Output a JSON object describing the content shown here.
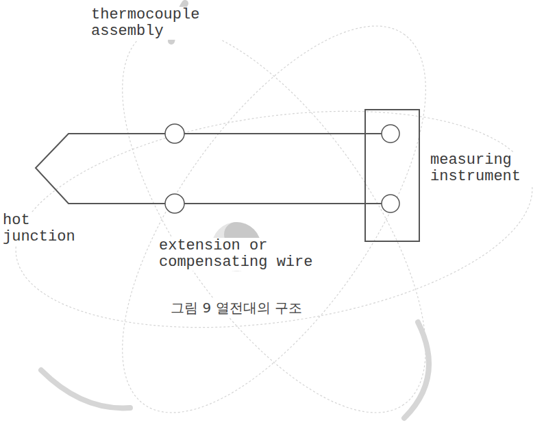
{
  "diagram": {
    "caption": "그림 9 열전대의 구조",
    "labels": [
      "thermocouple assembly",
      "hot junction",
      "extension or compensating wire",
      "measuring instrument"
    ]
  }
}
